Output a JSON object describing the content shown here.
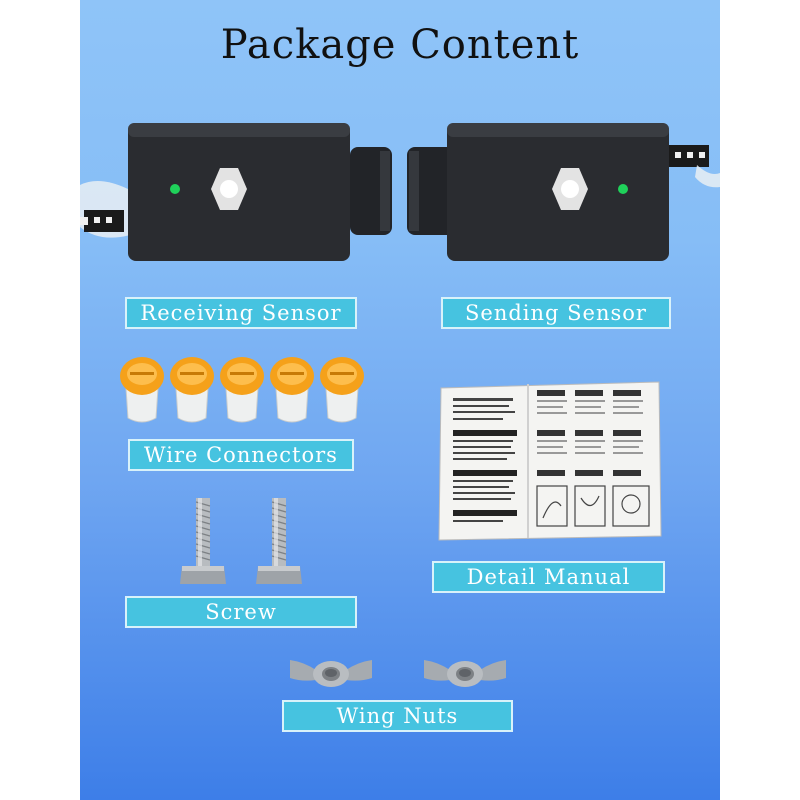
{
  "title": "Package Content",
  "labels": {
    "receiving": "Receiving Sensor",
    "sending": "Sending Sensor",
    "connectors": "Wire Connectors",
    "manual": "Detail Manual",
    "screw": "Screw",
    "nuts": "Wing Nuts"
  },
  "items": {
    "connector_count": 5,
    "screw_count": 2,
    "wing_nut_count": 2
  },
  "colors": {
    "label_bg": "#46c3e0",
    "sensor_body": "#2a2c30",
    "led": "#1fd15a",
    "connector_cap": "#f5a11a"
  }
}
